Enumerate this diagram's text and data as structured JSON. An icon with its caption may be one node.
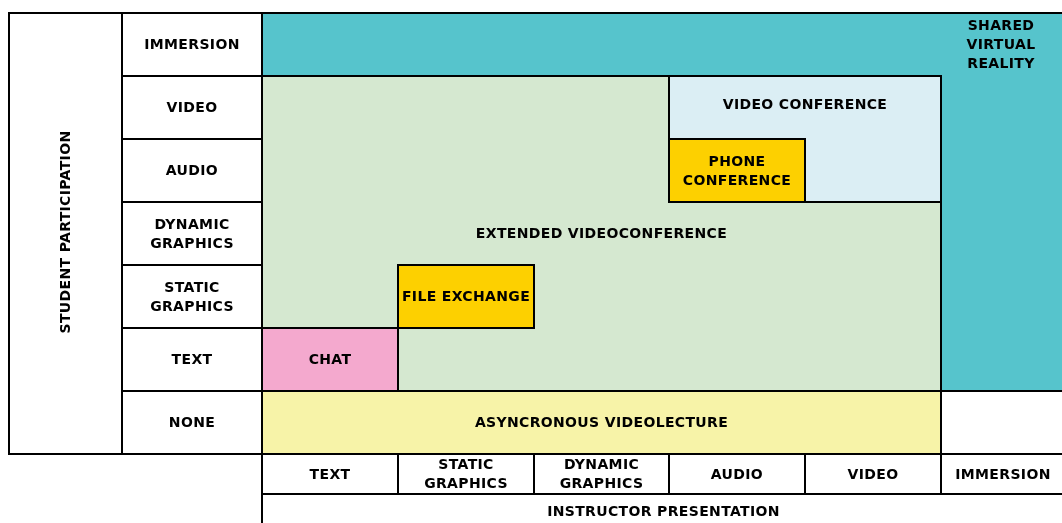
{
  "diagram": {
    "nodes": [
      {
        "text": [
          "SHARED VIRTUAL REALITY"
        ]
      },
      {
        "text": [
          "EXTENDED VIDEOCONFERENCE"
        ],
        "in": 0
      },
      {
        "text": [
          "VIDEO CONFERENCE"
        ],
        "in": 1
      },
      {
        "text": [
          "PHONE CONFERENCE"
        ],
        "in": 2
      },
      {
        "text": [
          "FILE EXCHANGE"
        ],
        "in": 1
      },
      {
        "text": [
          "CHAT"
        ],
        "in": 1
      },
      {
        "text": [
          "ASYNCRONOUS VIDEOLECTURE"
        ]
      }
    ],
    "labels": [
      "STUDENT PARTICIPATION",
      "IMMERSION",
      "VIDEO",
      "AUDIO",
      "DYNAMIC GRAPHICS",
      "STATIC GRAPHICS",
      "TEXT",
      "NONE",
      "TEXT",
      "STATIC GRAPHICS",
      "DYNAMIC GRAPHICS",
      "AUDIO",
      "VIDEO",
      "IMMERSION",
      "INSTRUCTOR PRESENTATION"
    ]
  }
}
